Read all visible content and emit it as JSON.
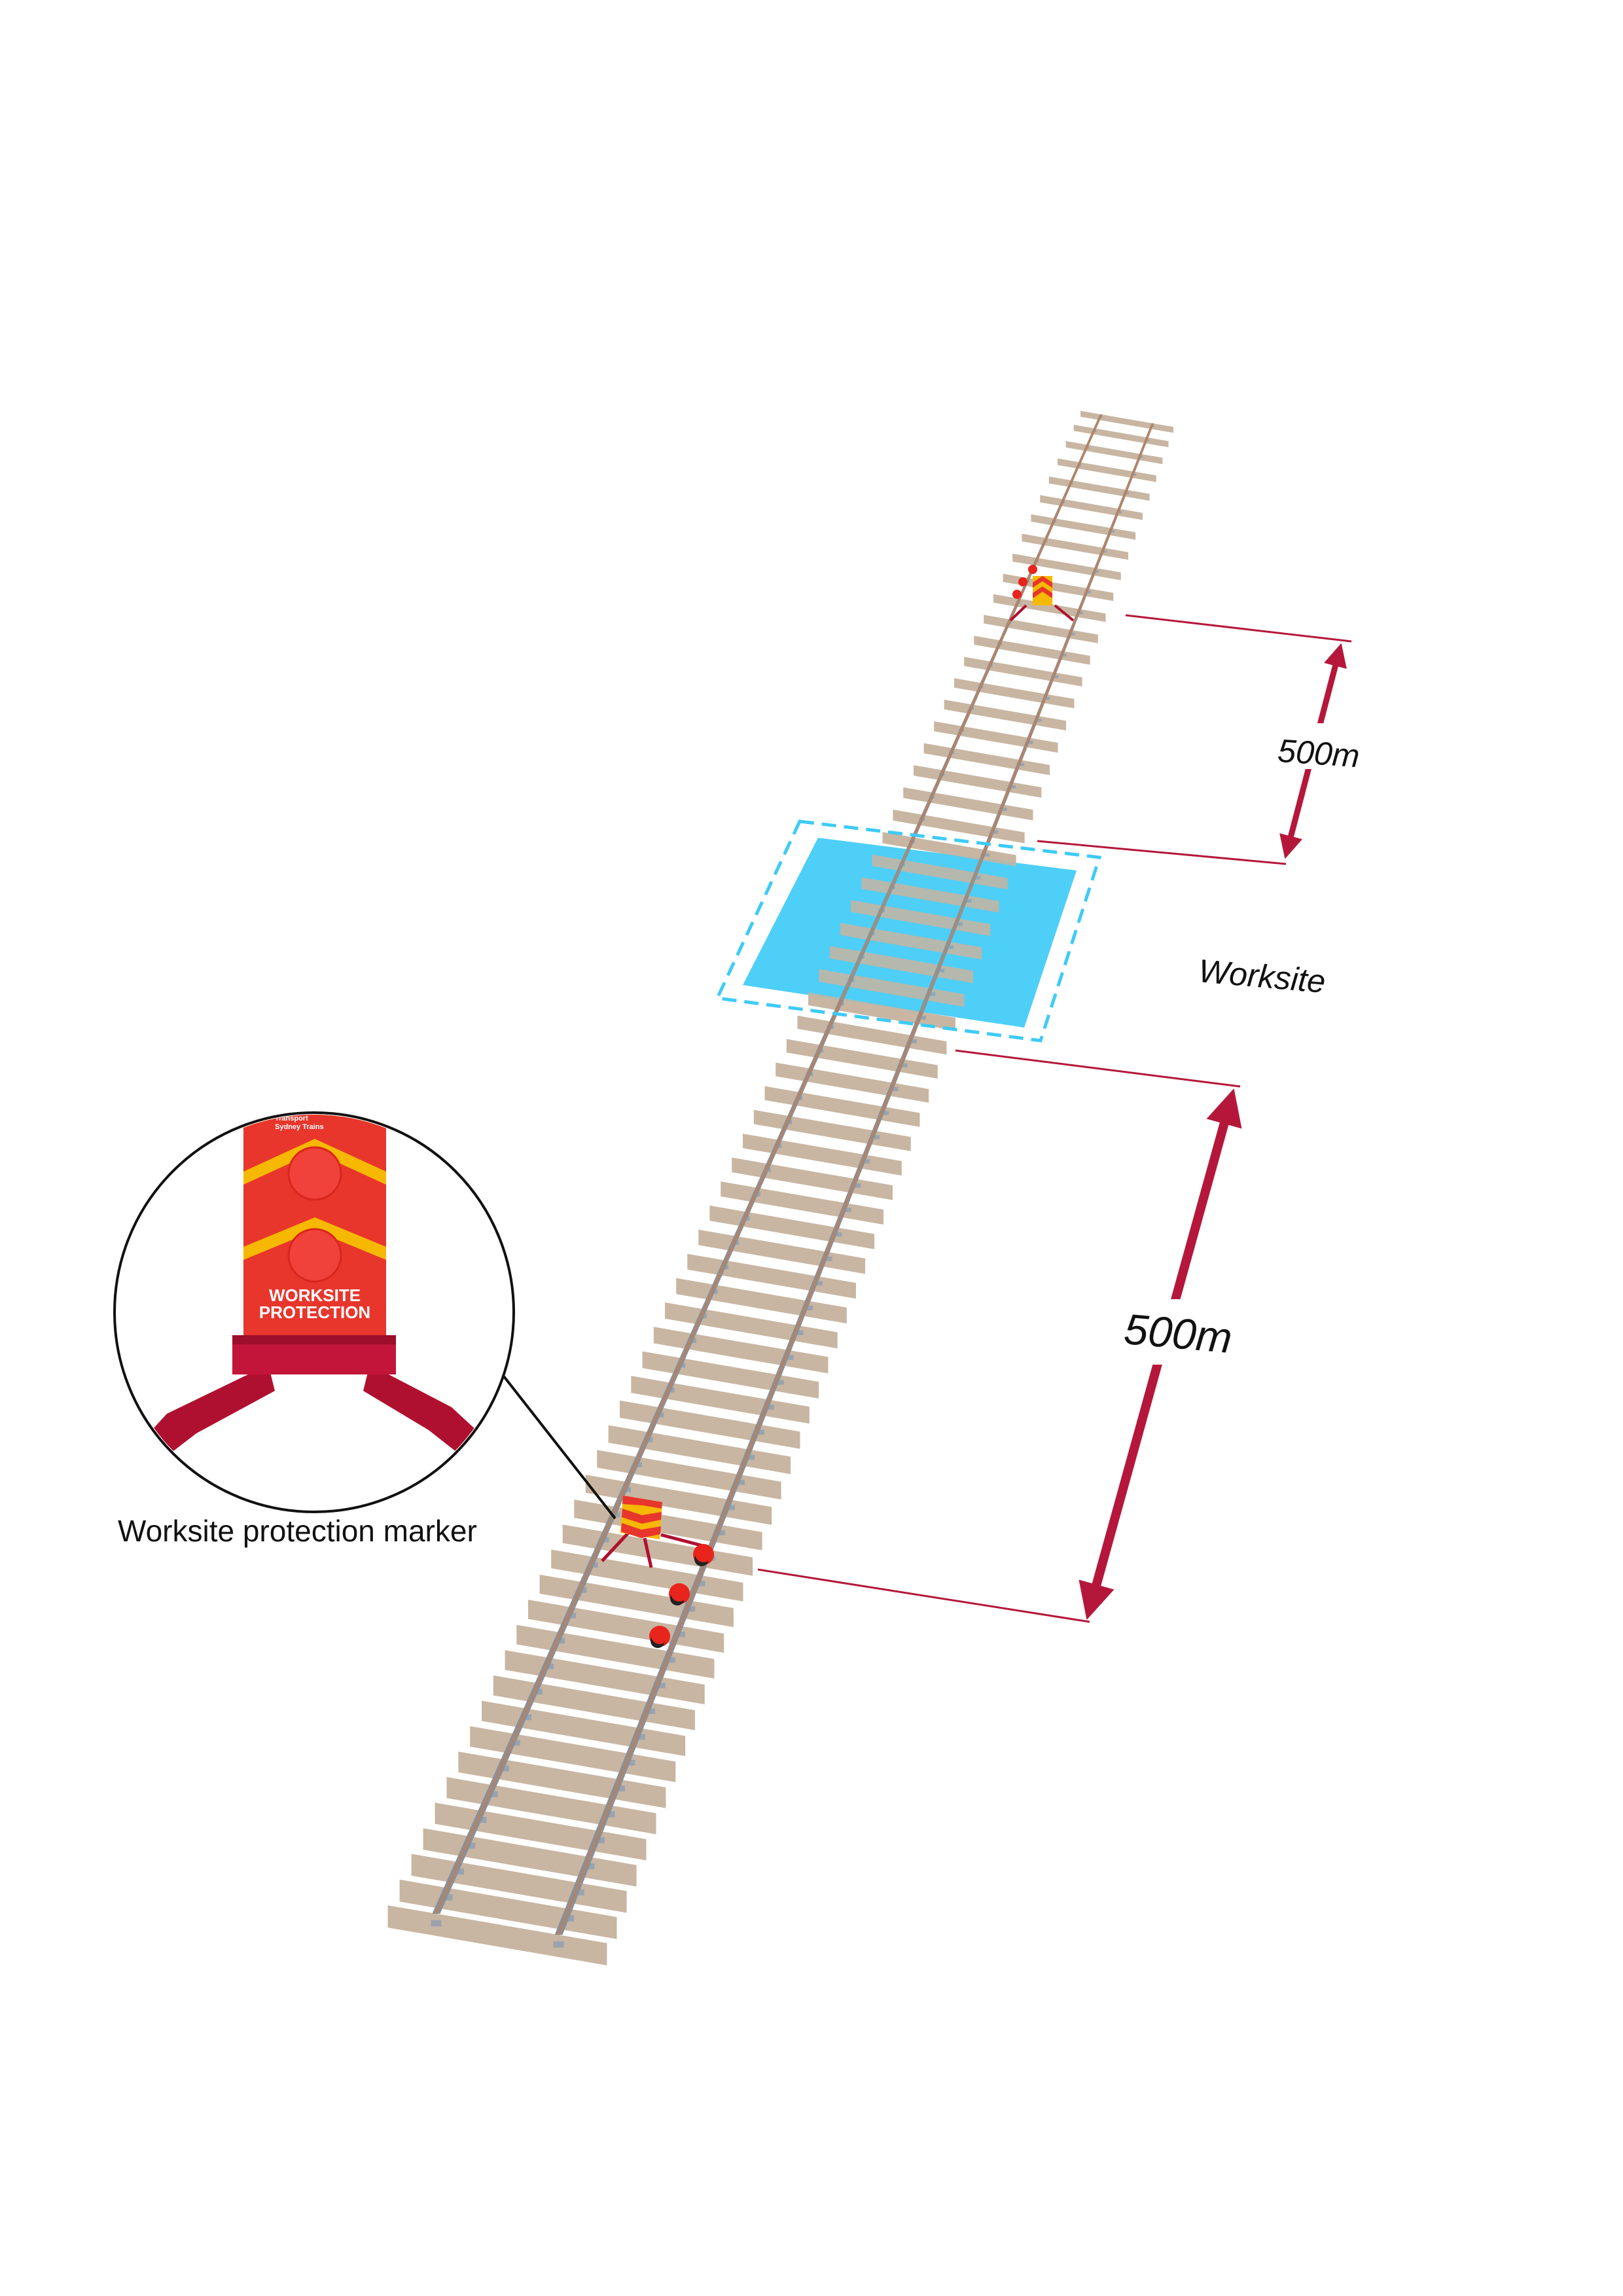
{
  "labels": {
    "distance_upper": "500m",
    "distance_lower": "500m",
    "worksite": "Worksite",
    "marker_caption": "Worksite protection marker"
  },
  "sign": {
    "brand_line1": "Transport",
    "brand_line2": "Sydney Trains",
    "text_line1": "WORKSITE",
    "text_line2": "PROTECTION"
  },
  "colors": {
    "sleeper": "#c8b6a2",
    "rail": "#8a8f98",
    "worksite_fill": "#3ecbf7",
    "worksite_border": "#3ecbf7",
    "dimension": "#b5173a",
    "sign_red": "#e8362c",
    "sign_yellow": "#f6b800",
    "marker_frame": "#b01030",
    "detonator": "#e8241c"
  }
}
